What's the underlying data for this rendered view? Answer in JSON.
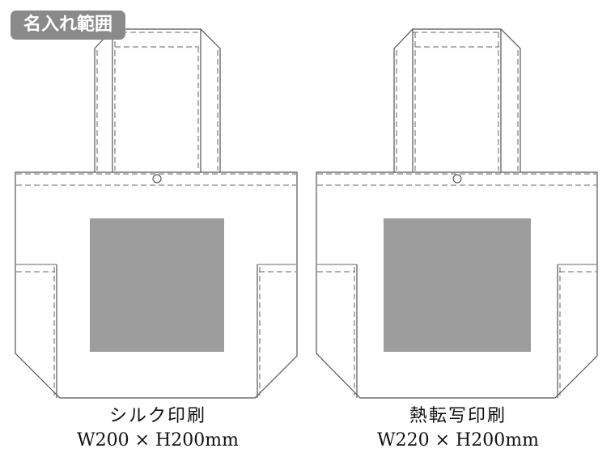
{
  "badge": {
    "label": "名入れ範囲",
    "background_color": "#8a8a8a",
    "text_color": "#ffffff"
  },
  "bags": [
    {
      "id": "silk-screen",
      "print_method": "シルク印刷",
      "print_size": "W200 × H200mm",
      "print_area_color": "#9c9d9c"
    },
    {
      "id": "heat-transfer",
      "print_method": "熱転写印刷",
      "print_size": "W220 × H200mm",
      "print_area_color": "#9c9d9c"
    }
  ]
}
